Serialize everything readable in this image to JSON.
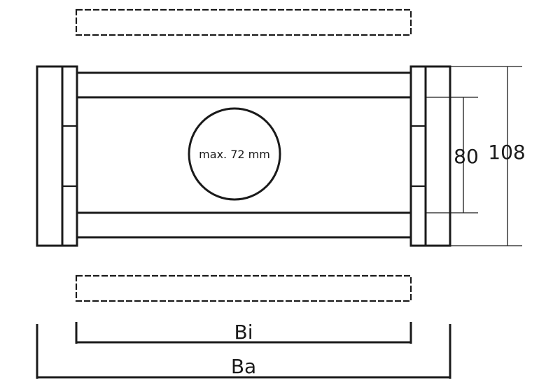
{
  "diagram": {
    "opening_label": "max. 72 mm",
    "dimension_inner_height": "80",
    "dimension_outer_height": "108",
    "dimension_inner_width": "Bi",
    "dimension_outer_width": "Ba"
  }
}
